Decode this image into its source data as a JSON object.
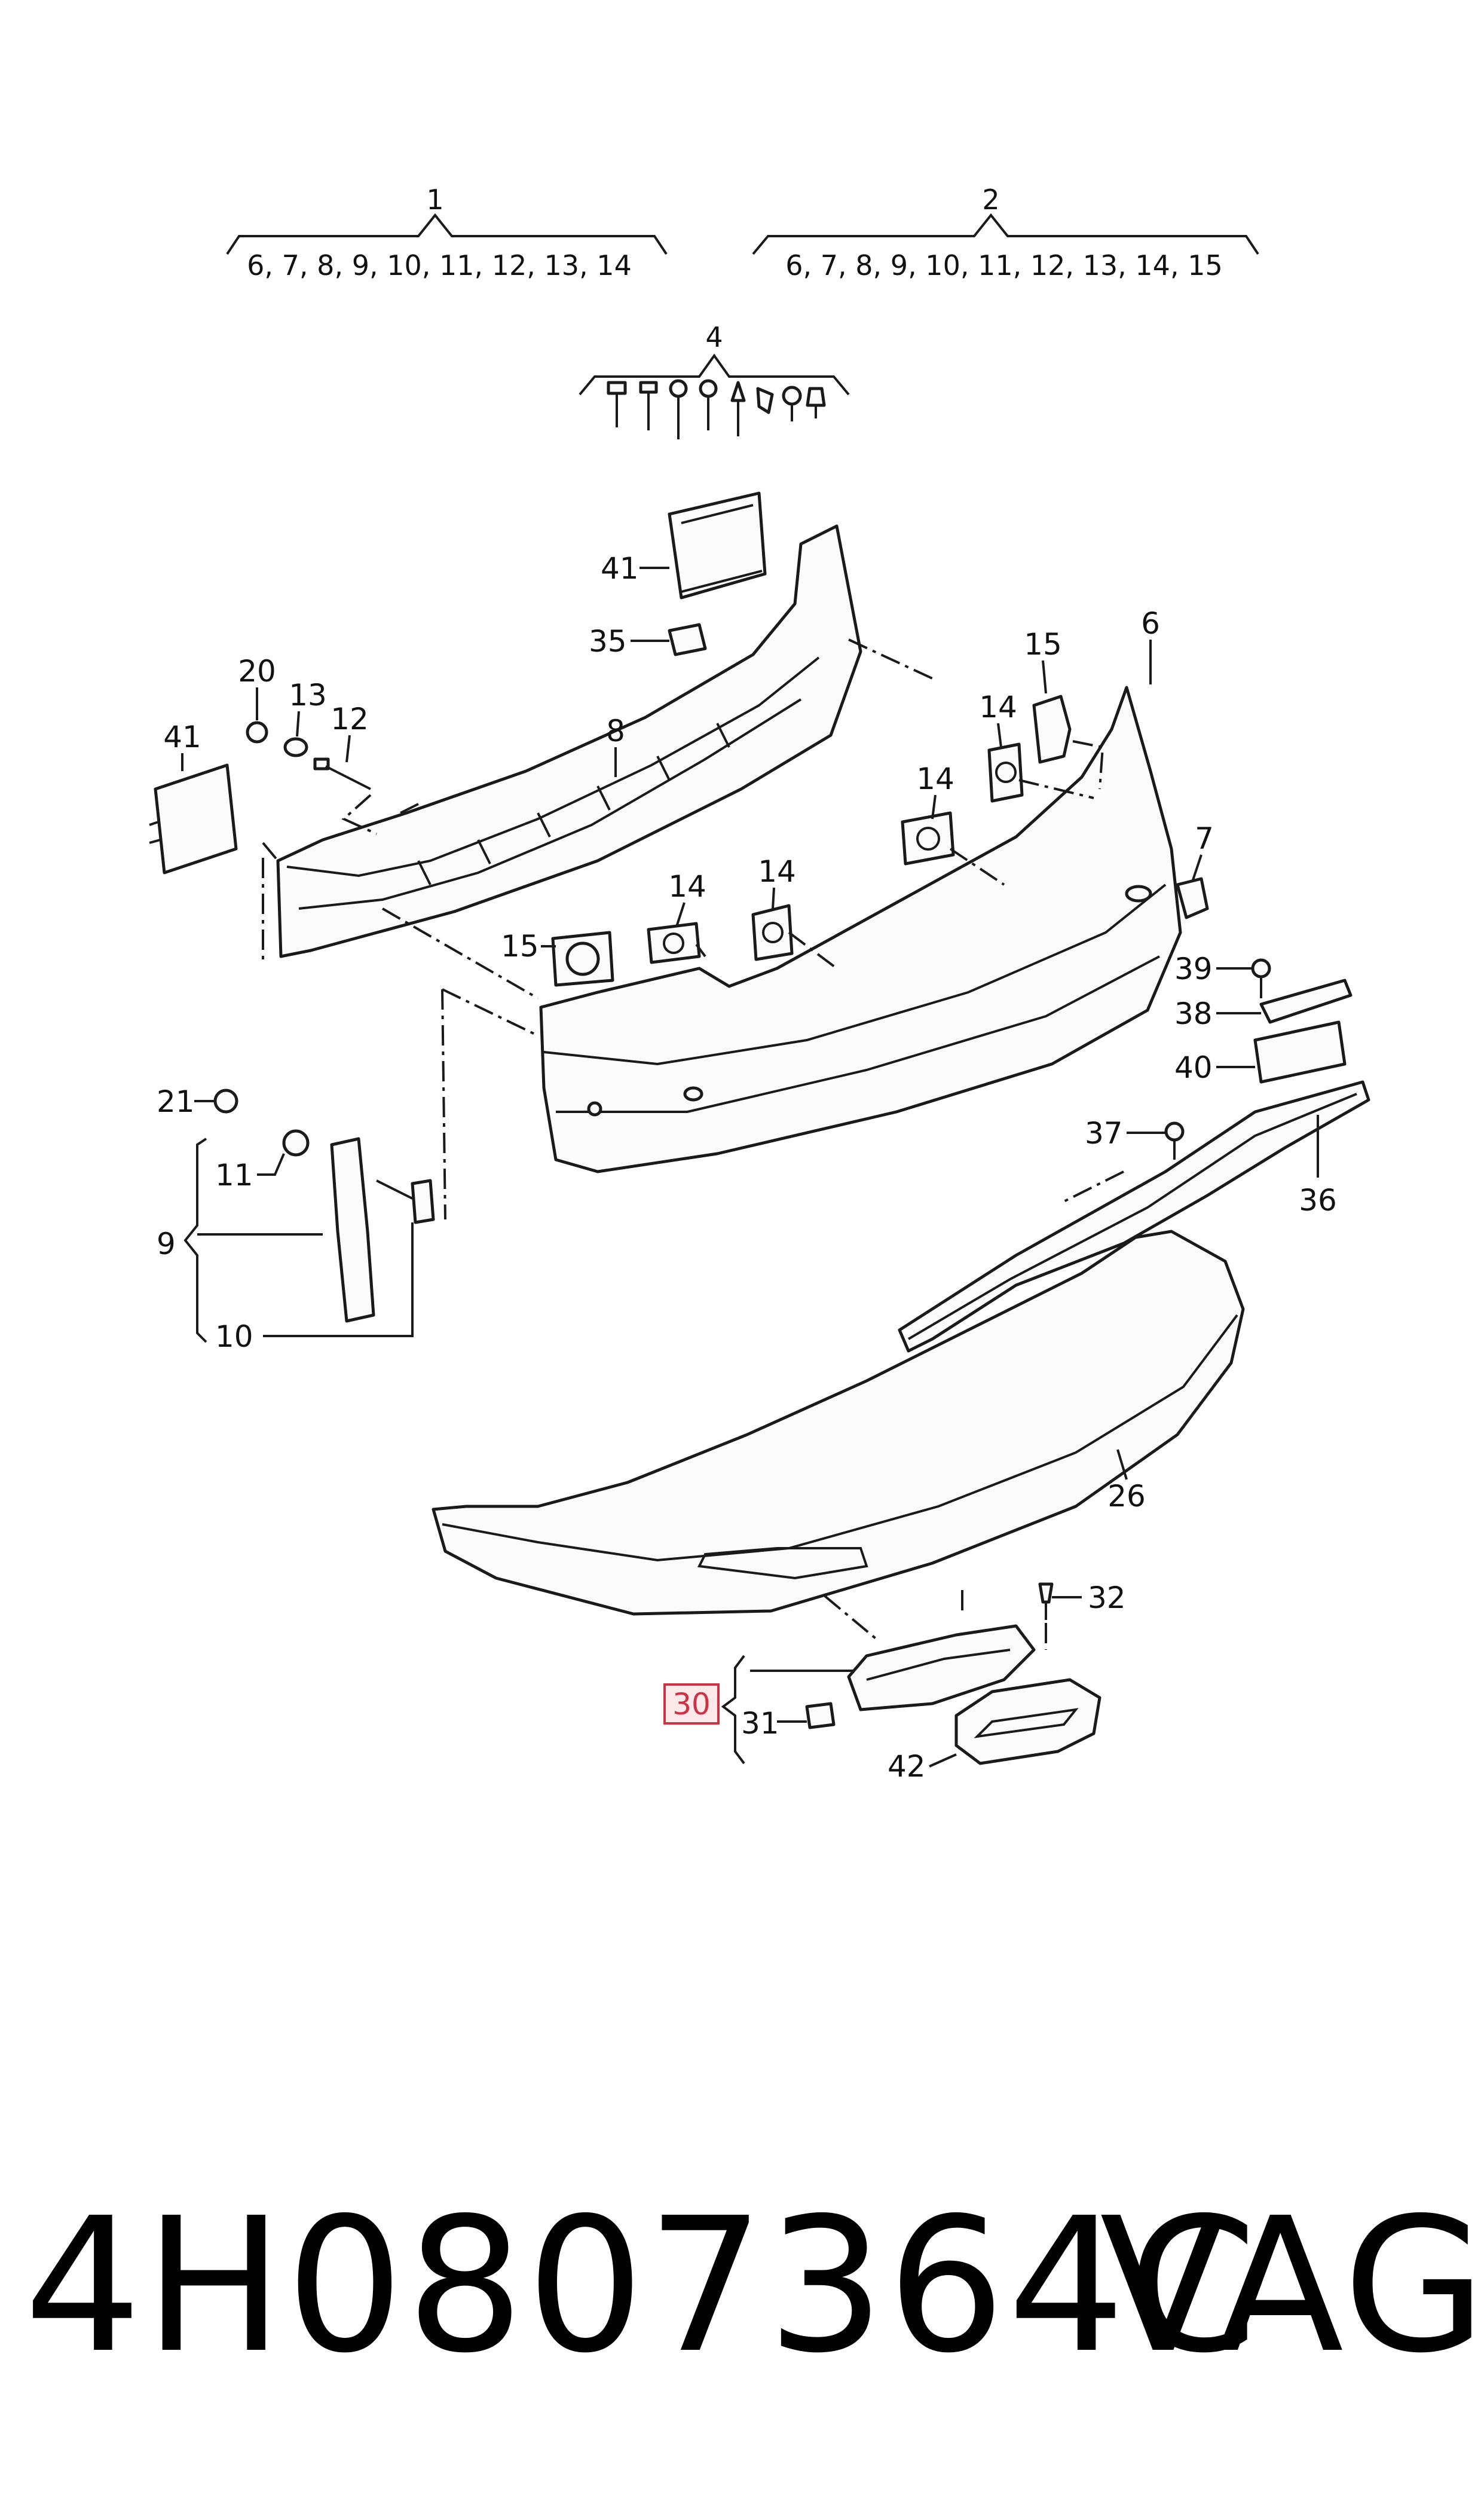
{
  "diagram": {
    "callouts": [
      {
        "id": "1",
        "label": "1"
      },
      {
        "id": "1-contents",
        "label": "6, 7, 8, 9, 10, 11, 12, 13, 14"
      },
      {
        "id": "2",
        "label": "2"
      },
      {
        "id": "2-contents",
        "label": "6, 7, 8, 9, 10, 11, 12, 13, 14, 15"
      },
      {
        "id": "4",
        "label": "4"
      },
      {
        "id": "41a",
        "label": "41"
      },
      {
        "id": "35",
        "label": "35"
      },
      {
        "id": "6",
        "label": "6"
      },
      {
        "id": "15a",
        "label": "15"
      },
      {
        "id": "20",
        "label": "20"
      },
      {
        "id": "13",
        "label": "13"
      },
      {
        "id": "12",
        "label": "12"
      },
      {
        "id": "8",
        "label": "8"
      },
      {
        "id": "14a",
        "label": "14"
      },
      {
        "id": "41b",
        "label": "41"
      },
      {
        "id": "14b",
        "label": "14"
      },
      {
        "id": "7",
        "label": "7"
      },
      {
        "id": "14c",
        "label": "14"
      },
      {
        "id": "14d",
        "label": "14"
      },
      {
        "id": "15b",
        "label": "15"
      },
      {
        "id": "39",
        "label": "39"
      },
      {
        "id": "38",
        "label": "38"
      },
      {
        "id": "40",
        "label": "40"
      },
      {
        "id": "21",
        "label": "21"
      },
      {
        "id": "37",
        "label": "37"
      },
      {
        "id": "11",
        "label": "11"
      },
      {
        "id": "36",
        "label": "36"
      },
      {
        "id": "9",
        "label": "9"
      },
      {
        "id": "10",
        "label": "10"
      },
      {
        "id": "26",
        "label": "26"
      },
      {
        "id": "32",
        "label": "32"
      },
      {
        "id": "30",
        "label": "30",
        "highlighted": true
      },
      {
        "id": "31",
        "label": "31"
      },
      {
        "id": "42",
        "label": "42"
      }
    ],
    "highlight_color": "#cc3344"
  },
  "footer": {
    "part_number": "4H0807364C",
    "brand": "VAG"
  }
}
